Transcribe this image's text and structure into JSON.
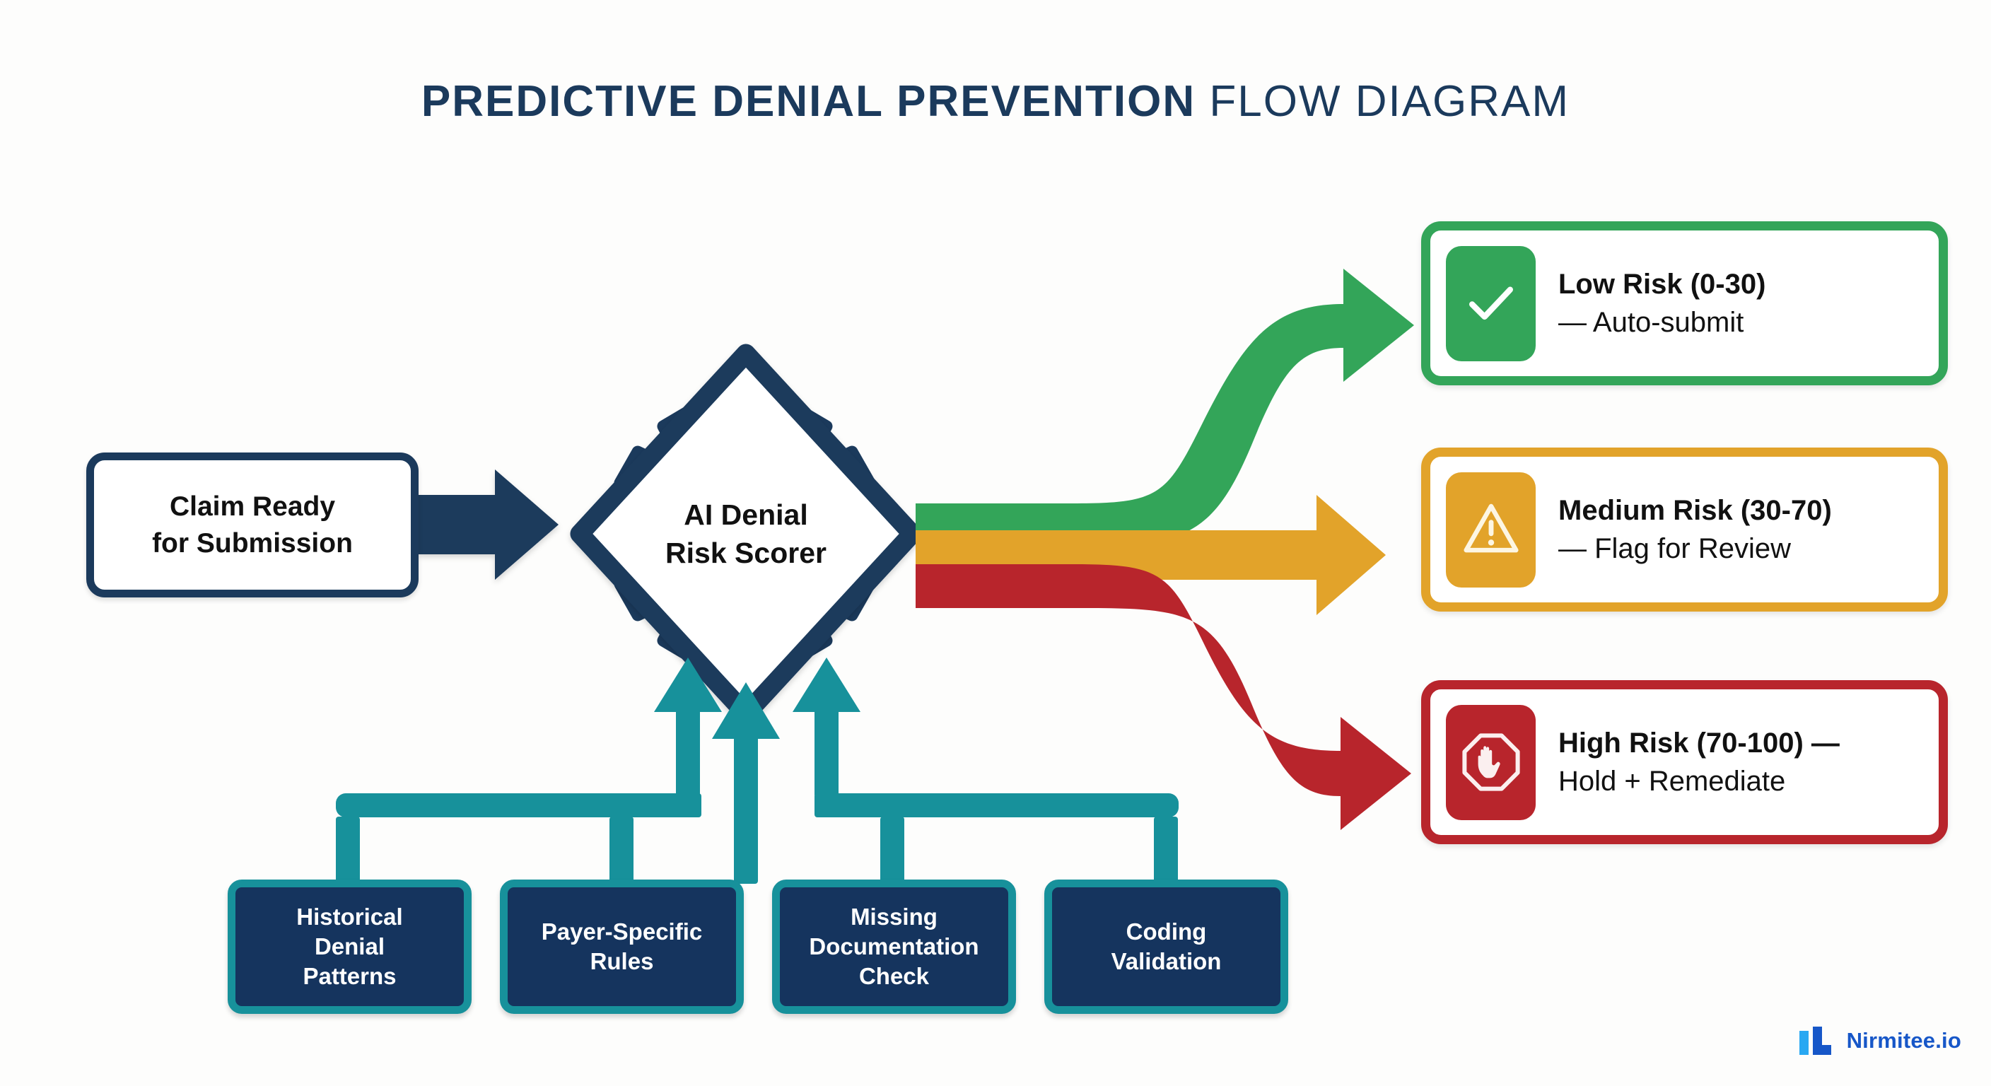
{
  "title": {
    "strong": "PREDICTIVE DENIAL PREVENTION",
    "light": " FLOW DIAGRAM",
    "color": "#1B3A5C"
  },
  "source": {
    "label": "Claim Ready\nfor Submission",
    "line1": "Claim Ready",
    "line2": "for Submission",
    "border_color": "#1B3A5C"
  },
  "processor": {
    "line1": "AI Denial",
    "line2": "Risk Scorer",
    "shape": "diamond",
    "diamond_color": "#1B3A5C",
    "gear_color": "#17A2A8"
  },
  "arrow_colors": {
    "source_to_processor": "#1B3A5C",
    "low": "#33A559",
    "medium": "#E2A32A",
    "high": "#B8252C",
    "inputs": "#17919B"
  },
  "risk_cards": [
    {
      "id": "low",
      "icon": "check-icon",
      "bold": "Low Risk (0-30)",
      "regular": "— Auto-submit",
      "color": "#33A559"
    },
    {
      "id": "medium",
      "icon": "warning-triangle-icon",
      "bold": "Medium Risk (30-70)",
      "regular": "— Flag for Review",
      "color": "#E2A32A"
    },
    {
      "id": "high",
      "icon": "stop-hand-icon",
      "bold": "High Risk (70-100) —",
      "regular": "Hold + Remediate",
      "color": "#B8252C"
    }
  ],
  "inputs": [
    {
      "lines": [
        "Historical",
        "Denial",
        "Patterns"
      ]
    },
    {
      "lines": [
        "Payer-Specific",
        "Rules"
      ]
    },
    {
      "lines": [
        "Missing",
        "Documentation",
        "Check"
      ]
    },
    {
      "lines": [
        "Coding",
        "Validation"
      ]
    }
  ],
  "logo": {
    "text": "Nirmitee.io",
    "mark_light": "#29A8F2",
    "mark_dark": "#1757C8",
    "text_color": "#1757C8"
  }
}
